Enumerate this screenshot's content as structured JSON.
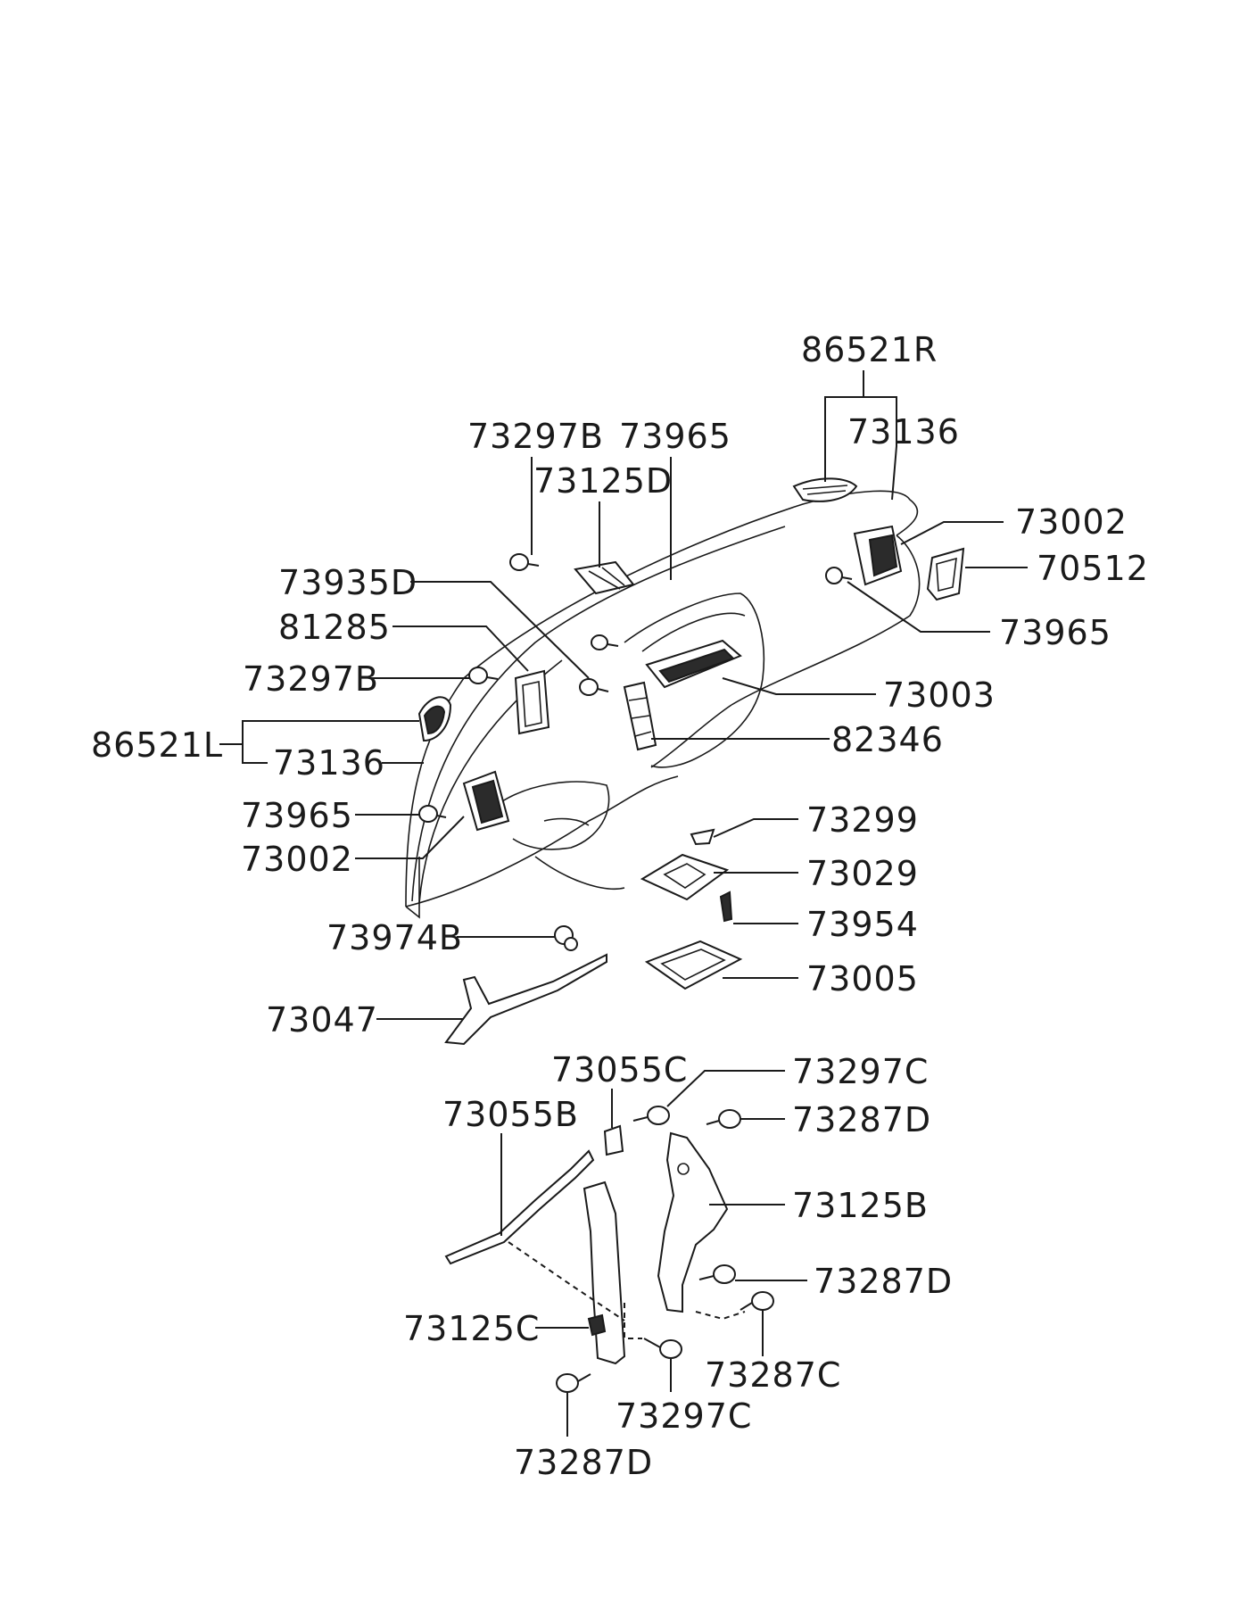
{
  "labels": {
    "p86521R": "86521R",
    "p73136_top": "73136",
    "p73297B_top": "73297B",
    "p73965_top": "73965",
    "p73125D": "73125D",
    "p73002_right": "73002",
    "p70512": "70512",
    "p73965_right": "73965",
    "p73935D": "73935D",
    "p81285": "81285",
    "p73297B_left": "73297B",
    "p73003": "73003",
    "p86521L": "86521L",
    "p73136_left": "73136",
    "p82346": "82346",
    "p73965_left": "73965",
    "p73002_left": "73002",
    "p73299": "73299",
    "p73029": "73029",
    "p73954": "73954",
    "p73974B": "73974B",
    "p73005": "73005",
    "p73047": "73047",
    "p73055C": "73055C",
    "p73297C_top": "73297C",
    "p73055B": "73055B",
    "p73287D_top": "73287D",
    "p73125B": "73125B",
    "p73287D_mid": "73287D",
    "p73125C": "73125C",
    "p73287C": "73287C",
    "p73297C_bottom": "73297C",
    "p73287D_bottom": "73287D"
  }
}
